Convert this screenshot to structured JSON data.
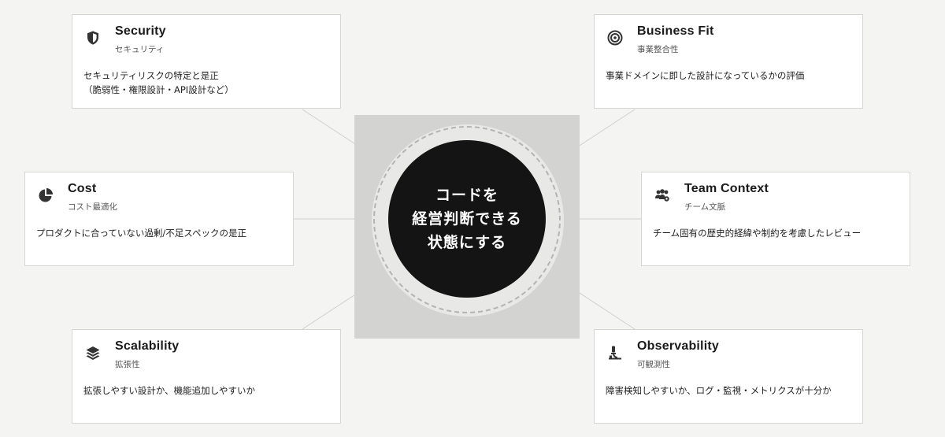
{
  "center": {
    "text": "コードを\n経営判断できる\n状態にする"
  },
  "cards": {
    "security": {
      "title": "Security",
      "subtitle": "セキュリティ",
      "description": "セキュリティリスクの特定と是正\n（脆弱性・権限設計・API設計など）",
      "icon": "shield-icon"
    },
    "business_fit": {
      "title": "Business Fit",
      "subtitle": "事業整合性",
      "description": "事業ドメインに即した設計になっているかの評価",
      "icon": "target-icon"
    },
    "cost": {
      "title": "Cost",
      "subtitle": "コスト最適化",
      "description": "プロダクトに合っていない過剰/不足スペックの是正",
      "icon": "pie-chart-icon"
    },
    "team_context": {
      "title": "Team Context",
      "subtitle": "チーム文脈",
      "description": "チーム固有の歴史的経緯や制約を考慮したレビュー",
      "icon": "team-icon"
    },
    "scalability": {
      "title": "Scalability",
      "subtitle": "拡張性",
      "description": "拡張しやすい設計か、機能追加しやすいか",
      "icon": "layers-icon"
    },
    "observability": {
      "title": "Observability",
      "subtitle": "可観測性",
      "description": "障害検知しやすいか、ログ・監視・メトリクスが十分か",
      "icon": "microscope-icon"
    }
  }
}
